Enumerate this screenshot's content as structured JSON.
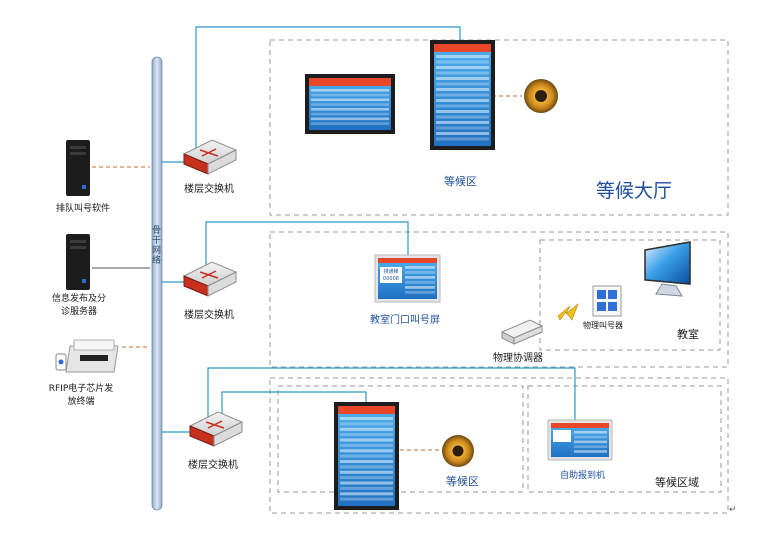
{
  "colors": {
    "link": "#2a9bc8",
    "dashed_link": "#c76b2b",
    "backbone": "#9fb7d4",
    "zone_border": "#9a9a9a",
    "screen_blue": "#2f8fd8",
    "switch_red": "#c8301e",
    "speaker_gold": "#e29a1c",
    "label_blue": "#1f4f9c"
  },
  "backbone": {
    "label": "骨干网络"
  },
  "switches": [
    {
      "label": "楼层交换机"
    },
    {
      "label": "楼层交换机"
    },
    {
      "label": "楼层交换机"
    }
  ],
  "servers": [
    {
      "label": "排队叫号软件",
      "icon": "server-tower-icon"
    },
    {
      "label": "信息发布及分诊服务器",
      "icon": "server-tower-icon"
    },
    {
      "label": "RFIP电子芯片发放终端",
      "icon": "card-terminal-icon"
    }
  ],
  "zones": {
    "hall": {
      "title": "等候大厅",
      "sub_label": "等候区"
    },
    "classroom_area": {
      "door_screen_label": "教室门口叫号屏",
      "door_screen_text": [
        "排通梯",
        "00008"
      ],
      "coordinator_label": "物理协调器",
      "room": {
        "title": "教室",
        "device_label": "物理叫号器"
      }
    },
    "waiting_area": {
      "title": "等候区域",
      "sub_label": "等候区",
      "kiosk_label": "自助报到机"
    }
  },
  "footer_mark": "↵"
}
